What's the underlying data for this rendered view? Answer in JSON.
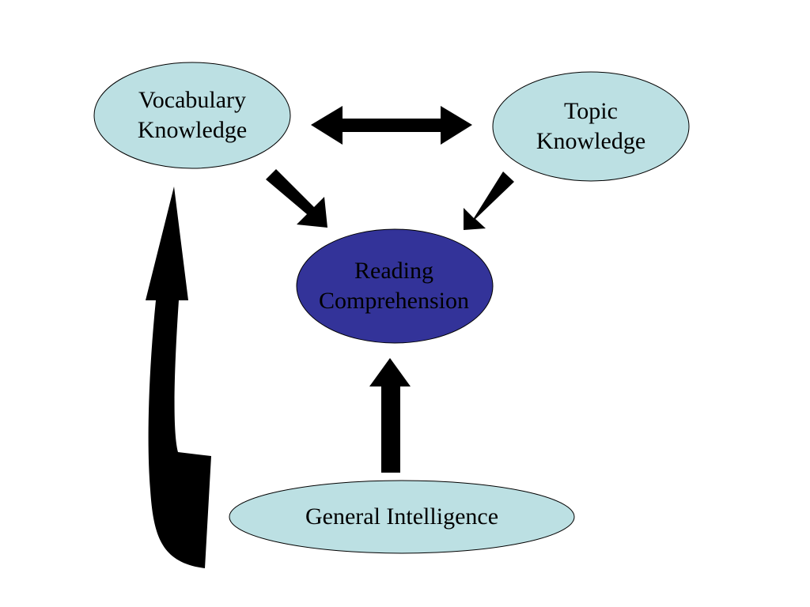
{
  "nodes": {
    "vocabulary": {
      "label": "Vocabulary\nKnowledge"
    },
    "topic": {
      "label": "Topic\nKnowledge"
    },
    "reading": {
      "label": "Reading\nComprehension"
    },
    "general": {
      "label": "General Intelligence"
    }
  },
  "colors": {
    "light_node_fill": "#bce0e3",
    "dark_node_fill": "#333399",
    "node_outline": "#000000",
    "arrow_fill": "#000000",
    "background": "#ffffff"
  },
  "edges": [
    {
      "from": "vocabulary",
      "to": "topic",
      "type": "bidirectional"
    },
    {
      "from": "vocabulary",
      "to": "reading",
      "type": "directed"
    },
    {
      "from": "topic",
      "to": "reading",
      "type": "directed"
    },
    {
      "from": "general",
      "to": "reading",
      "type": "directed"
    },
    {
      "from": "general",
      "to": "vocabulary",
      "type": "directed-curved"
    }
  ]
}
